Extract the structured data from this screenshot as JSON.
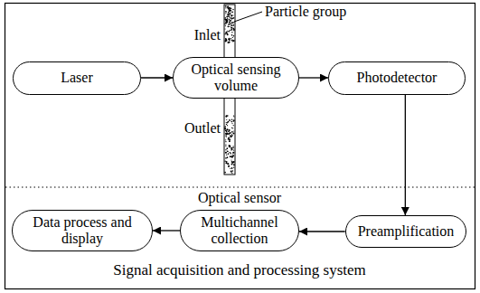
{
  "diagram": {
    "nodes": [
      {
        "text": [
          "Laser"
        ]
      },
      {
        "text": [
          "Optical sensing volume"
        ]
      },
      {
        "text": [
          "Photodetector"
        ]
      },
      {
        "text": [
          "Preamplification"
        ]
      },
      {
        "text": [
          "Multichannel collection"
        ]
      },
      {
        "text": [
          "Data process and display"
        ]
      }
    ],
    "edges": [
      {
        "from": 0,
        "to": 1,
        "arrow": "to"
      },
      {
        "from": 1,
        "to": 2,
        "arrow": "to"
      },
      {
        "from": 2,
        "to": 3,
        "arrow": "to"
      },
      {
        "from": 3,
        "to": 4,
        "arrow": "to"
      },
      {
        "from": 4,
        "to": 5,
        "arrow": "to"
      }
    ],
    "labels": [
      "Particle group",
      "Inlet",
      "Outlet",
      "Optical sensor",
      "Signal acquisition and processing system"
    ]
  }
}
